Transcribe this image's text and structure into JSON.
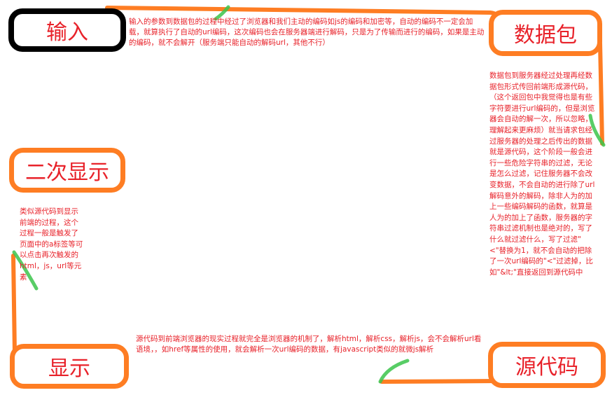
{
  "colors": {
    "box_border_orange": "#fe7d23",
    "box_border_black": "#000000",
    "text_red": "#e8222a",
    "highlight_green": "#3bc44b"
  },
  "nodes": {
    "input": "输入",
    "packet": "数据包",
    "second_display": "二次显示",
    "display": "显示",
    "source": "源代码"
  },
  "notes": {
    "input_to_packet": "输入的参数到数据包的过程中经过了浏览器和我们主动的编码如js的编码和加密等，自动的编码不一定会加载，就算执行了自动的url编码，这次编码也会在服务器端进行解码，只是为了传输而进行的编码，如果是主动的编码，就不会解开（服务端只能自动的解码url，其他不行）",
    "packet_to_source": "数据包到服务器经过处理再经数据包形式传回前端形成源代码，（这个返回包中我觉得也是有些字符要进行url编码的，但是浏览器会自动的解一次，所以忽略，理解起来更麻烦）就当请求包经过服务器的处理之后传出的数据就是源代码，这个阶段一般会进行一些危险字符串的过滤，无论是怎么过滤，记住服务器不会改变数据，不会自动的进行除了url解码意外的解码，除非人为的加上一些编码解码的函数，就算是人为的加上了函数，服务器的字符串过滤机制也是绝对的，写了什么就过滤什么，写了过滤\"<\"替换为1，就不会自动的把除了一次url编码的\"<\"过滤掉，比如\"&lt;\"直接返回到源代码中",
    "display_to_second": "类似源代码到显示前端的过程，这个过程一般是触发了页面中的a标签等可以点击再次触发的html，js，url等元素",
    "source_to_display": "源代码到前端浏览器的现实过程就完全是浏览器的机制了，解析html，解析css，解析js，会不会解析url看语境，，如href等属性的使用，就会解析一次url编码的数据，有javascript类似的就微js解析"
  }
}
